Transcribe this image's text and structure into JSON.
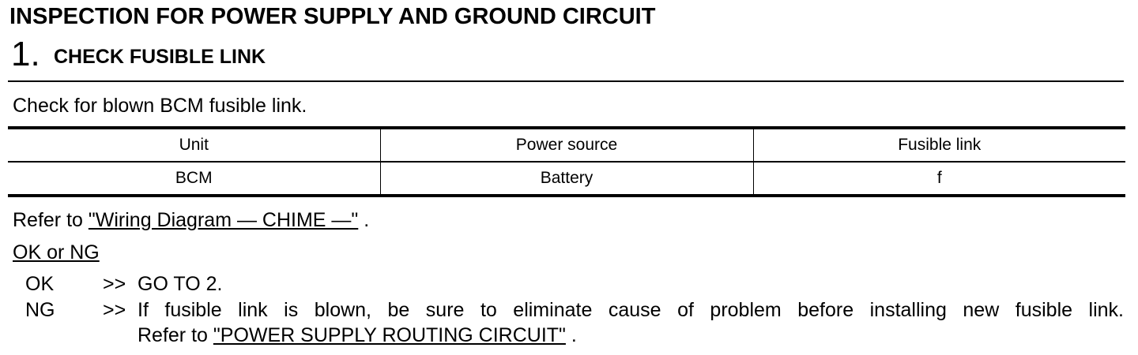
{
  "heading": "INSPECTION FOR POWER SUPPLY AND GROUND CIRCUIT",
  "step": {
    "number": "1.",
    "title": "CHECK FUSIBLE LINK"
  },
  "instruction": "Check for blown BCM fusible link.",
  "table": {
    "headers": [
      "Unit",
      "Power source",
      "Fusible link"
    ],
    "rows": [
      [
        "BCM",
        "Battery",
        "f"
      ]
    ]
  },
  "refer": {
    "prefix": "Refer to",
    "link": "\"Wiring Diagram — CHIME —\"",
    "suffix": "."
  },
  "result_label": "OK or NG",
  "results": {
    "ok": {
      "code": "OK",
      "arrow": ">>",
      "text": "GO TO 2."
    },
    "ng": {
      "code": "NG",
      "arrow": ">>",
      "text": "If fusible link is blown, be sure to eliminate cause of problem before installing new fusible link.",
      "refer_prefix": "Refer to",
      "refer_link": "\"POWER SUPPLY ROUTING CIRCUIT\"",
      "refer_suffix": "."
    }
  }
}
